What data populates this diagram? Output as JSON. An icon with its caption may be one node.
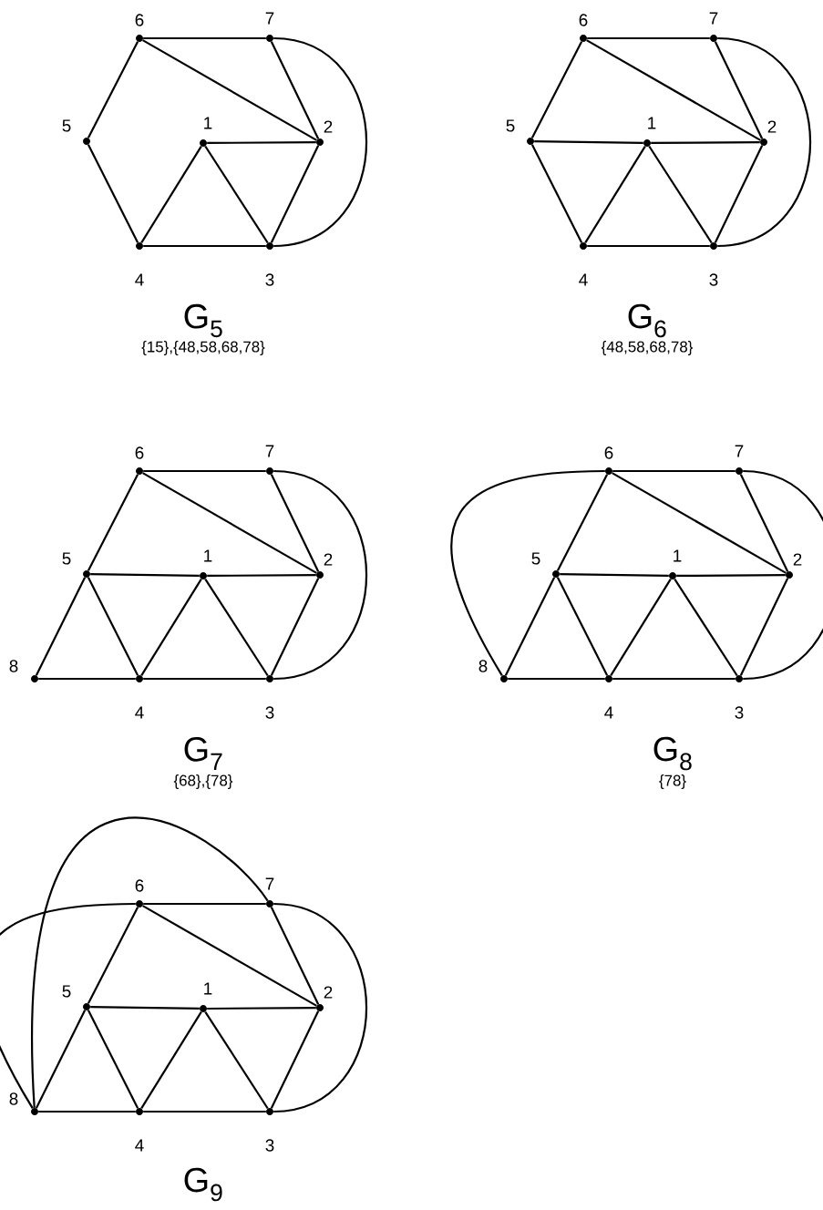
{
  "diagram": {
    "nodes": [
      {
        "text": [],
        "shape": "circle",
        "beside": [
          "6"
        ]
      },
      {
        "text": [],
        "shape": "circle",
        "beside": [
          "7"
        ]
      },
      {
        "text": [],
        "shape": "circle",
        "beside": [
          "5"
        ]
      },
      {
        "text": [],
        "shape": "circle",
        "beside": [
          "1"
        ]
      },
      {
        "text": [],
        "shape": "circle",
        "beside": [
          "2"
        ]
      },
      {
        "text": [],
        "shape": "circle",
        "beside": [
          "4"
        ]
      },
      {
        "text": [],
        "shape": "circle",
        "beside": [
          "3"
        ]
      },
      {
        "text": [],
        "shape": "circle",
        "beside": [
          "6"
        ]
      },
      {
        "text": [],
        "shape": "circle",
        "beside": [
          "7"
        ]
      },
      {
        "text": [],
        "shape": "circle",
        "beside": [
          "5"
        ]
      },
      {
        "text": [],
        "shape": "circle",
        "beside": [
          "1"
        ]
      },
      {
        "text": [],
        "shape": "circle",
        "beside": [
          "2"
        ]
      },
      {
        "text": [],
        "shape": "circle",
        "beside": [
          "4"
        ]
      },
      {
        "text": [],
        "shape": "circle",
        "beside": [
          "3"
        ]
      },
      {
        "text": [],
        "shape": "circle",
        "beside": [
          "6"
        ]
      },
      {
        "text": [],
        "shape": "circle",
        "beside": [
          "7"
        ]
      },
      {
        "text": [],
        "shape": "circle",
        "beside": [
          "5"
        ]
      },
      {
        "text": [],
        "shape": "circle",
        "beside": [
          "1"
        ]
      },
      {
        "text": [],
        "shape": "circle",
        "beside": [
          "2"
        ]
      },
      {
        "text": [],
        "shape": "circle",
        "beside": [
          "8"
        ]
      },
      {
        "text": [],
        "shape": "circle",
        "beside": [
          "4"
        ]
      },
      {
        "text": [],
        "shape": "circle",
        "beside": [
          "3"
        ]
      },
      {
        "text": [],
        "shape": "circle",
        "beside": [
          "6"
        ]
      },
      {
        "text": [],
        "shape": "circle",
        "beside": [
          "7"
        ]
      },
      {
        "text": [],
        "shape": "circle",
        "beside": [
          "5"
        ]
      },
      {
        "text": [],
        "shape": "circle",
        "beside": [
          "1"
        ]
      },
      {
        "text": [],
        "shape": "circle",
        "beside": [
          "2"
        ]
      },
      {
        "text": [],
        "shape": "circle",
        "beside": [
          "8"
        ]
      },
      {
        "text": [],
        "shape": "circle",
        "beside": [
          "4"
        ]
      },
      {
        "text": [],
        "shape": "circle",
        "beside": [
          "3"
        ]
      },
      {
        "text": [],
        "shape": "circle",
        "beside": [
          "6"
        ]
      },
      {
        "text": [],
        "shape": "circle",
        "beside": [
          "7"
        ]
      },
      {
        "text": [],
        "shape": "circle",
        "beside": [
          "5"
        ]
      },
      {
        "text": [],
        "shape": "circle",
        "beside": [
          "1"
        ]
      },
      {
        "text": [],
        "shape": "circle",
        "beside": [
          "2"
        ]
      },
      {
        "text": [],
        "shape": "circle",
        "beside": [
          "8"
        ]
      },
      {
        "text": [],
        "shape": "circle",
        "beside": [
          "4"
        ]
      },
      {
        "text": [],
        "shape": "circle",
        "beside": [
          "3"
        ]
      }
    ],
    "edges": [
      {
        "from": 0,
        "to": 1,
        "arrow": "none"
      },
      {
        "from": 0,
        "to": 2,
        "arrow": "none"
      },
      {
        "from": 0,
        "to": 4,
        "arrow": "none"
      },
      {
        "from": 1,
        "to": 4,
        "arrow": "none"
      },
      {
        "from": 1,
        "to": 6,
        "arrow": "none"
      },
      {
        "from": 2,
        "to": 5,
        "arrow": "none"
      },
      {
        "from": 3,
        "to": 4,
        "arrow": "none"
      },
      {
        "from": 3,
        "to": 5,
        "arrow": "none"
      },
      {
        "from": 3,
        "to": 6,
        "arrow": "none"
      },
      {
        "from": 4,
        "to": 6,
        "arrow": "none"
      },
      {
        "from": 5,
        "to": 6,
        "arrow": "none"
      },
      {
        "from": 7,
        "to": 8,
        "arrow": "none"
      },
      {
        "from": 7,
        "to": 9,
        "arrow": "none"
      },
      {
        "from": 7,
        "to": 11,
        "arrow": "none"
      },
      {
        "from": 8,
        "to": 11,
        "arrow": "none"
      },
      {
        "from": 8,
        "to": 13,
        "arrow": "none"
      },
      {
        "from": 9,
        "to": 12,
        "arrow": "none"
      },
      {
        "from": 9,
        "to": 10,
        "arrow": "none"
      },
      {
        "from": 10,
        "to": 11,
        "arrow": "none"
      },
      {
        "from": 10,
        "to": 12,
        "arrow": "none"
      },
      {
        "from": 10,
        "to": 13,
        "arrow": "none"
      },
      {
        "from": 11,
        "to": 13,
        "arrow": "none"
      },
      {
        "from": 12,
        "to": 13,
        "arrow": "none"
      },
      {
        "from": 14,
        "to": 15,
        "arrow": "none"
      },
      {
        "from": 14,
        "to": 16,
        "arrow": "none"
      },
      {
        "from": 14,
        "to": 18,
        "arrow": "none"
      },
      {
        "from": 15,
        "to": 18,
        "arrow": "none"
      },
      {
        "from": 15,
        "to": 21,
        "arrow": "none"
      },
      {
        "from": 16,
        "to": 17,
        "arrow": "none"
      },
      {
        "from": 17,
        "to": 18,
        "arrow": "none"
      },
      {
        "from": 16,
        "to": 20,
        "arrow": "none"
      },
      {
        "from": 17,
        "to": 20,
        "arrow": "none"
      },
      {
        "from": 17,
        "to": 21,
        "arrow": "none"
      },
      {
        "from": 18,
        "to": 21,
        "arrow": "none"
      },
      {
        "from": 20,
        "to": 21,
        "arrow": "none"
      },
      {
        "from": 19,
        "to": 16,
        "arrow": "none"
      },
      {
        "from": 19,
        "to": 20,
        "arrow": "none"
      },
      {
        "from": 22,
        "to": 23,
        "arrow": "none"
      },
      {
        "from": 22,
        "to": 24,
        "arrow": "none"
      },
      {
        "from": 22,
        "to": 26,
        "arrow": "none"
      },
      {
        "from": 23,
        "to": 26,
        "arrow": "none"
      },
      {
        "from": 23,
        "to": 29,
        "arrow": "none"
      },
      {
        "from": 24,
        "to": 25,
        "arrow": "none"
      },
      {
        "from": 25,
        "to": 26,
        "arrow": "none"
      },
      {
        "from": 24,
        "to": 28,
        "arrow": "none"
      },
      {
        "from": 25,
        "to": 28,
        "arrow": "none"
      },
      {
        "from": 25,
        "to": 29,
        "arrow": "none"
      },
      {
        "from": 26,
        "to": 29,
        "arrow": "none"
      },
      {
        "from": 28,
        "to": 29,
        "arrow": "none"
      },
      {
        "from": 27,
        "to": 24,
        "arrow": "none"
      },
      {
        "from": 27,
        "to": 28,
        "arrow": "none"
      },
      {
        "from": 27,
        "to": 22,
        "arrow": "none"
      },
      {
        "from": 30,
        "to": 31,
        "arrow": "none"
      },
      {
        "from": 30,
        "to": 32,
        "arrow": "none"
      },
      {
        "from": 30,
        "to": 34,
        "arrow": "none"
      },
      {
        "from": 31,
        "to": 34,
        "arrow": "none"
      },
      {
        "from": 31,
        "to": 37,
        "arrow": "none"
      },
      {
        "from": 32,
        "to": 33,
        "arrow": "none"
      },
      {
        "from": 33,
        "to": 34,
        "arrow": "none"
      },
      {
        "from": 32,
        "to": 36,
        "arrow": "none"
      },
      {
        "from": 33,
        "to": 36,
        "arrow": "none"
      },
      {
        "from": 33,
        "to": 37,
        "arrow": "none"
      },
      {
        "from": 34,
        "to": 37,
        "arrow": "none"
      },
      {
        "from": 36,
        "to": 37,
        "arrow": "none"
      },
      {
        "from": 35,
        "to": 32,
        "arrow": "none"
      },
      {
        "from": 35,
        "to": 36,
        "arrow": "none"
      },
      {
        "from": 35,
        "to": 30,
        "arrow": "none"
      },
      {
        "from": 35,
        "to": 31,
        "arrow": "none"
      }
    ],
    "labels": [
      "G$_{5}$",
      "G$_{6}$",
      "{15},{48,58,68,78}",
      "{48,58,68,78}",
      "G$_{7}$",
      "G$_{8}$",
      "{68},{78}",
      "{78}",
      "G$_{9}$"
    ]
  }
}
